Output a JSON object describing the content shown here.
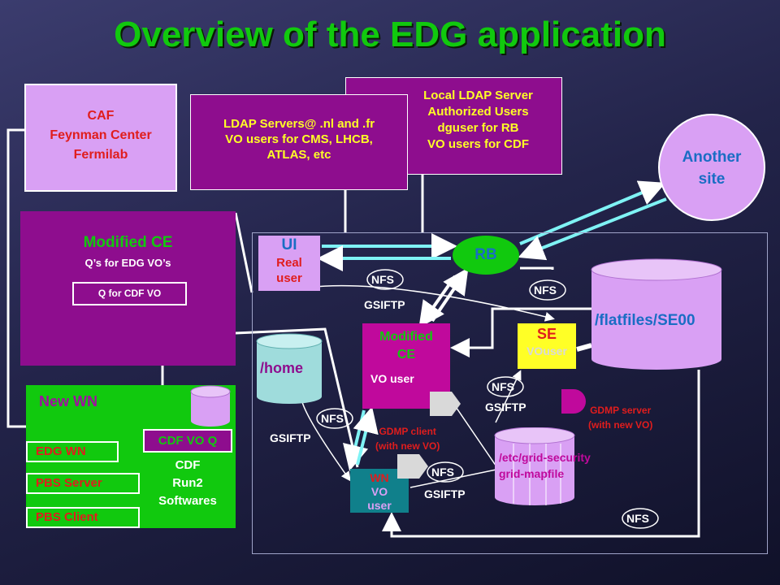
{
  "title": "Overview of the EDG application",
  "caf": {
    "line1": "CAF",
    "line2": "Feynman Center",
    "line3": "Fermilab"
  },
  "ldap_local": {
    "line1": "Local LDAP Server",
    "line2": "Authorized Users",
    "line3": "dguser for RB",
    "line4": "VO users for CDF"
  },
  "ldap_remote": {
    "line1": "LDAP Servers@ .nl and .fr",
    "line2": "VO users for CMS, LHCB,",
    "line3": "ATLAS, etc"
  },
  "another_site": {
    "line1": "Another",
    "line2": "site"
  },
  "modified_ce_left": {
    "title": "Modified CE",
    "subtitle": "Q’s for EDG VO’s",
    "queue": "Q for CDF VO"
  },
  "new_wn": {
    "title": "New WN",
    "items": [
      "EDG WN",
      "PBS Server",
      "PBS Client"
    ],
    "cdf_vo_q": "CDF VO Q",
    "software": [
      "CDF",
      "Run2",
      "Softwares"
    ]
  },
  "ui": {
    "title": "UI",
    "line1": "Real",
    "line2": "user"
  },
  "rb": {
    "label": "RB"
  },
  "flatfiles": {
    "label": "/flatfiles/SE00"
  },
  "modified_ce_mid": {
    "title1": "Modified",
    "title2": "CE",
    "sub": "VO user"
  },
  "se": {
    "title": "SE",
    "sub": "VOuser"
  },
  "home": {
    "label": "/home"
  },
  "grid_security": {
    "line1": "/etc/grid-security",
    "line2": "grid-mapfile"
  },
  "wn": {
    "title": "WN",
    "line1": "VO",
    "line2": "user"
  },
  "gdmp_client": {
    "line1": "GDMP client",
    "line2": "(with new VO)"
  },
  "gdmp_server": {
    "line1": "GDMP server",
    "line2": "(with new VO)"
  },
  "protocols": {
    "nfs": "NFS",
    "gsiftp": "GSIFTP"
  },
  "colors": {
    "title_green": "#11c90e",
    "purple": "#8e0d8e",
    "lavender": "#d9a0f4",
    "magenta": "#c0099c",
    "yellow": "#ffff26",
    "teal": "#10808b",
    "cyan_arrow": "#7ff3f5"
  }
}
